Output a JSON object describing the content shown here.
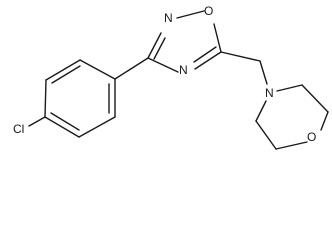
{
  "molecule": {
    "atom_labels": {
      "n_oxadiazole_top": "N",
      "o_oxadiazole": "O",
      "n_oxadiazole_bottom": "N",
      "n_morpholine": "N",
      "o_morpholine": "O",
      "chlorine": "Cl"
    }
  }
}
